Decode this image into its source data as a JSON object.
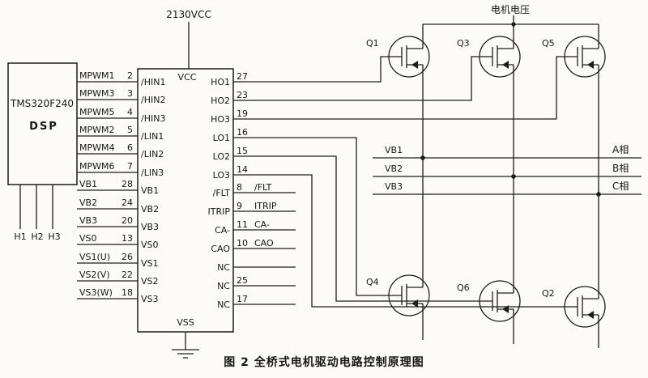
{
  "caption": "图 2 全桥式电机驱动电路控制原理图",
  "power": {
    "vcc_rail": "2130VCC",
    "motor_rail": "电机电压"
  },
  "dsp": {
    "name": "TMS320F240",
    "type": "DSP",
    "hall": [
      "H1",
      "H2",
      "H3"
    ]
  },
  "signals": [
    {
      "name": "MPWM1",
      "pin": "2"
    },
    {
      "name": "MPWM3",
      "pin": "3"
    },
    {
      "name": "MPWM5",
      "pin": "4"
    },
    {
      "name": "MPWM2",
      "pin": "5"
    },
    {
      "name": "MPWM4",
      "pin": "6"
    },
    {
      "name": "MPWM6",
      "pin": "7"
    },
    {
      "name": "VB1",
      "pin": "28"
    },
    {
      "name": "VB2",
      "pin": "24"
    },
    {
      "name": "VB3",
      "pin": "20"
    },
    {
      "name": "VS0",
      "pin": "13"
    },
    {
      "name": "VS1(U)",
      "pin": "26"
    },
    {
      "name": "VS2(V)",
      "pin": "22"
    },
    {
      "name": "VS3(W)",
      "pin": "18"
    }
  ],
  "ic": {
    "vcc": "VCC",
    "vss": "VSS",
    "left_pins": [
      "/HIN1",
      "/HIN2",
      "/HIN3",
      "/LIN1",
      "/LIN2",
      "/LIN3",
      "VB1",
      "VB2",
      "VB3",
      "VS0",
      "VS1",
      "VS2",
      "VS3"
    ],
    "right_pins": [
      {
        "name": "HO1",
        "pin": "27",
        "ext": ""
      },
      {
        "name": "HO2",
        "pin": "23",
        "ext": ""
      },
      {
        "name": "HO3",
        "pin": "19",
        "ext": ""
      },
      {
        "name": "LO1",
        "pin": "16",
        "ext": ""
      },
      {
        "name": "LO2",
        "pin": "15",
        "ext": ""
      },
      {
        "name": "LO3",
        "pin": "14",
        "ext": ""
      },
      {
        "name": "/FLT",
        "pin": "8",
        "ext": "/FLT"
      },
      {
        "name": "ITRIP",
        "pin": "9",
        "ext": "ITRIP"
      },
      {
        "name": "CA-",
        "pin": "11",
        "ext": "CA-"
      },
      {
        "name": "CAO",
        "pin": "10",
        "ext": "CAO"
      },
      {
        "name": "NC",
        "pin": "",
        "ext": ""
      },
      {
        "name": "NC",
        "pin": "25",
        "ext": ""
      },
      {
        "name": "NC",
        "pin": "17",
        "ext": ""
      }
    ]
  },
  "transistors": {
    "top": [
      "Q1",
      "Q3",
      "Q5"
    ],
    "bottom": [
      "Q4",
      "Q6",
      "Q2"
    ]
  },
  "phases": [
    {
      "net": "VB1",
      "phase": "A相"
    },
    {
      "net": "VB2",
      "phase": "B相"
    },
    {
      "net": "VB3",
      "phase": "C相"
    }
  ]
}
